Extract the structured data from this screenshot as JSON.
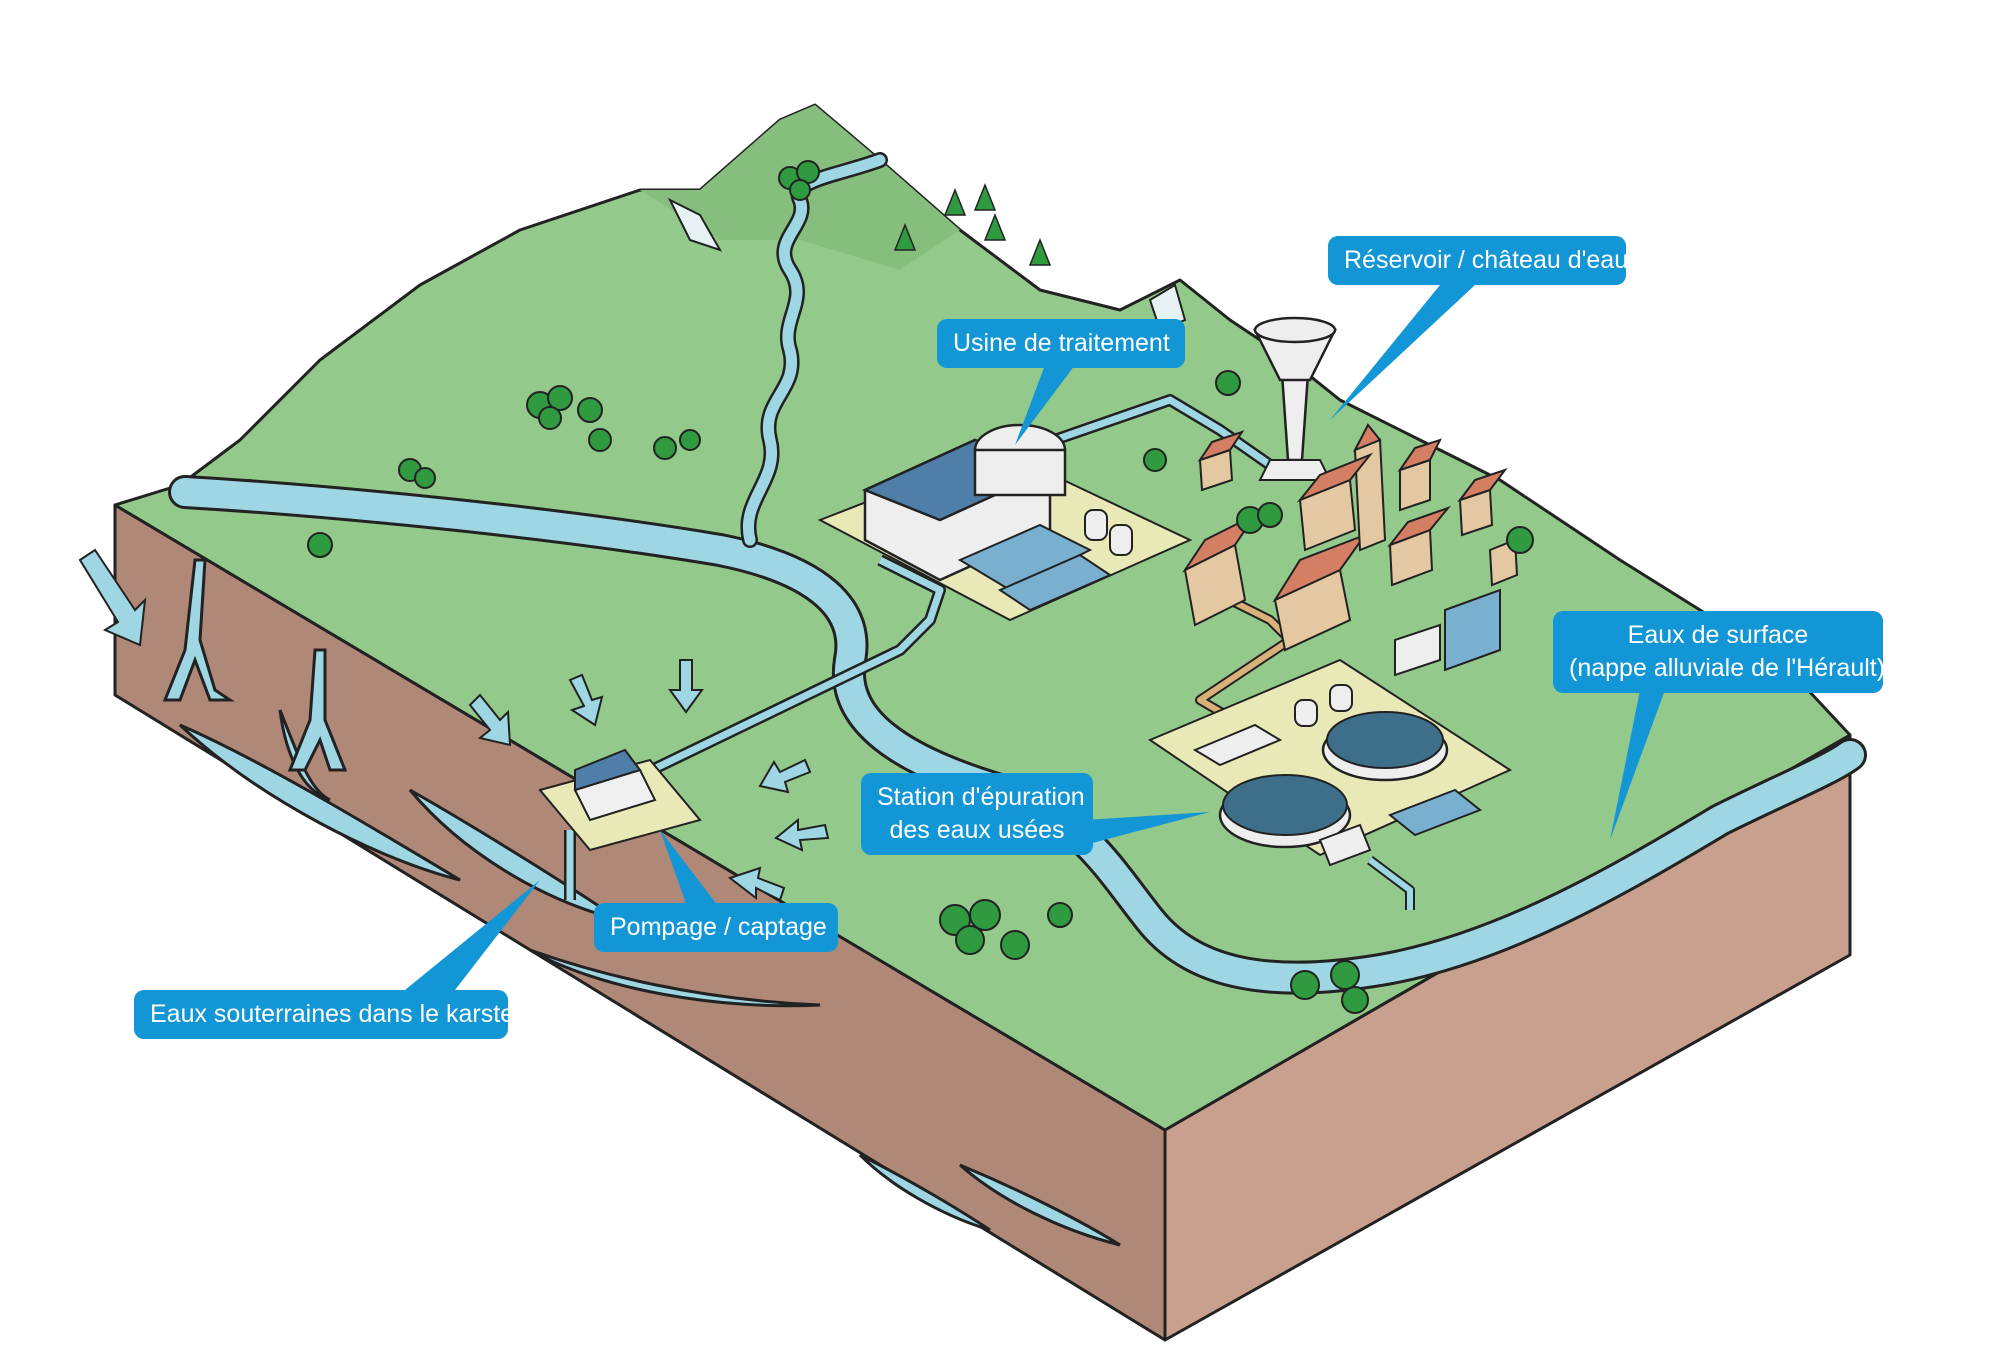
{
  "labels": {
    "reservoir": "Réservoir / château d'eau",
    "usine": "Usine de traitement",
    "surface_line1": "Eaux de surface",
    "surface_line2": "(nappe alluviale de l'Hérault)",
    "station_line1": "Station d'épuration",
    "station_line2": "des eaux usées",
    "pompage": "Pompage / captage",
    "souterraines": "Eaux souterraines dans le karste"
  },
  "colors": {
    "label_bg": "#1396d6",
    "grass": "#93c98a",
    "soil_front": "#b08878",
    "soil_side": "#c9a08e",
    "water": "#9fd6e4",
    "tree": "#2f9a40"
  }
}
